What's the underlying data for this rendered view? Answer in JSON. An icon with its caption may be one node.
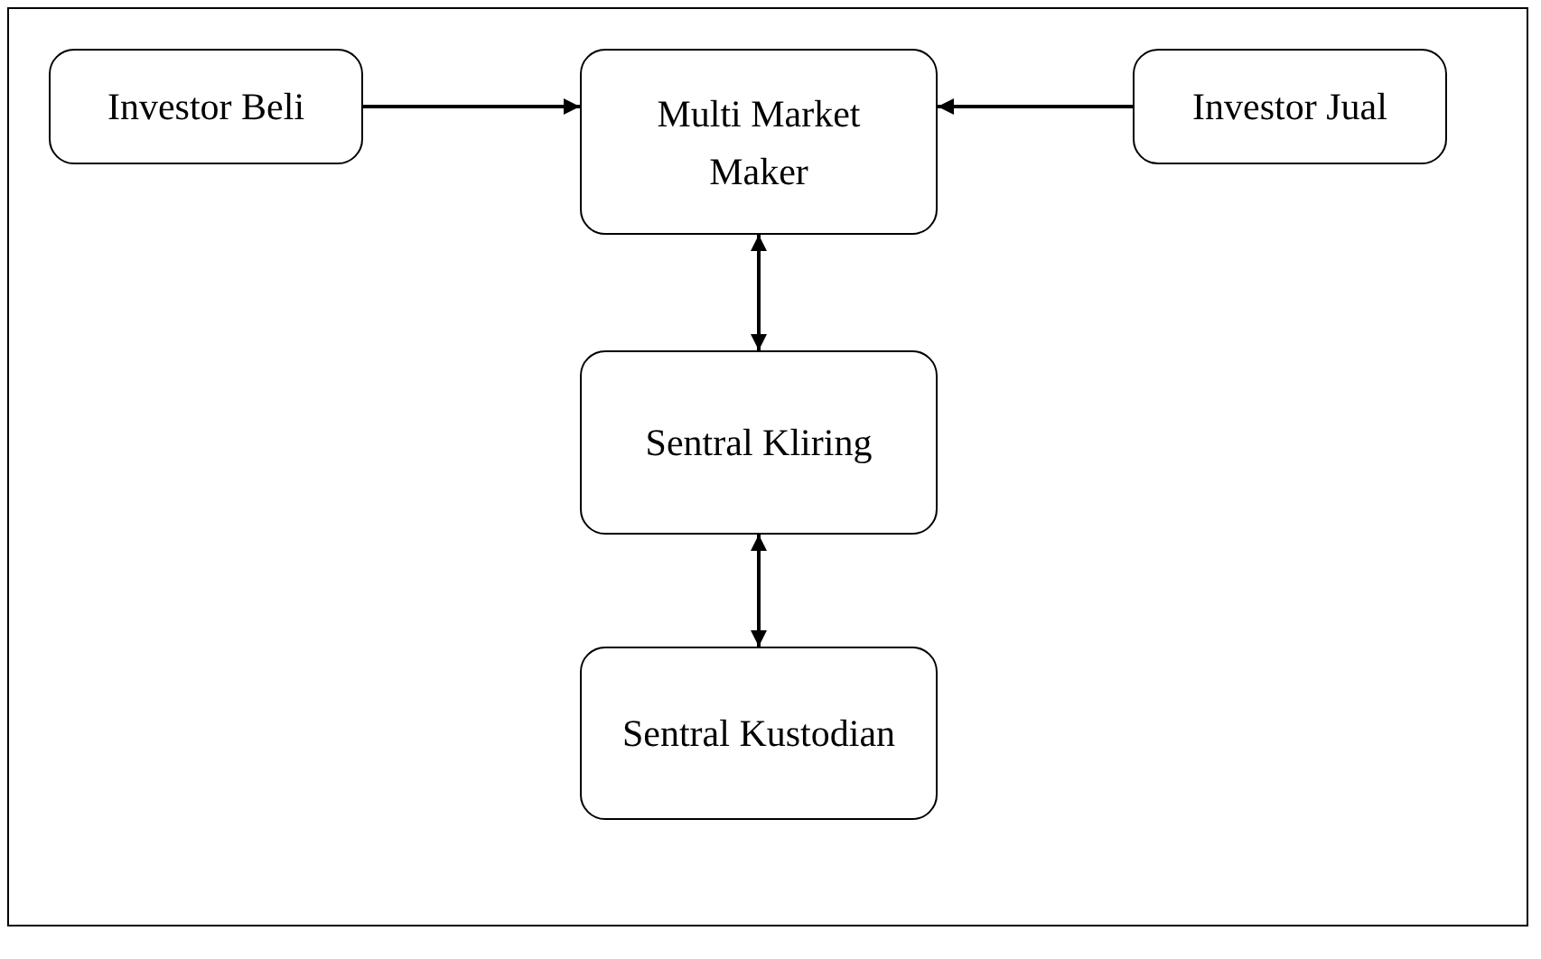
{
  "diagram": {
    "nodes": [
      {
        "text": [
          "Investor Beli"
        ]
      },
      {
        "text": [
          "Multi Market Maker"
        ]
      },
      {
        "text": [
          "Investor Jual"
        ]
      },
      {
        "text": [
          "Sentral Kliring"
        ]
      },
      {
        "text": [
          "Sentral Kustodian"
        ]
      }
    ],
    "edges": [
      {
        "from": 0,
        "to": 1,
        "arrow": "to"
      },
      {
        "from": 2,
        "to": 1,
        "arrow": "to"
      },
      {
        "from": 1,
        "to": 3,
        "arrow": "both"
      },
      {
        "from": 3,
        "to": 4,
        "arrow": "both"
      }
    ]
  }
}
